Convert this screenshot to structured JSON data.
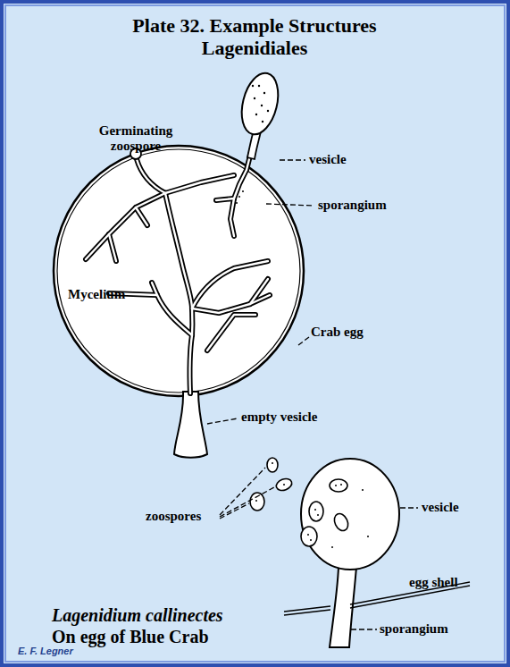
{
  "diagram": {
    "title": "Plate 32. Example Structures Lagenidiales",
    "caption": "Lagenidium callinectes On egg of Blue Crab",
    "labels": [
      "Germinating zoospore",
      "vesicle",
      "sporangium",
      "Mycelium",
      "Crab egg",
      "empty vesicle",
      "zoospores",
      "vesicle",
      "egg shell",
      "sporangium",
      "E. F. Legner"
    ]
  }
}
